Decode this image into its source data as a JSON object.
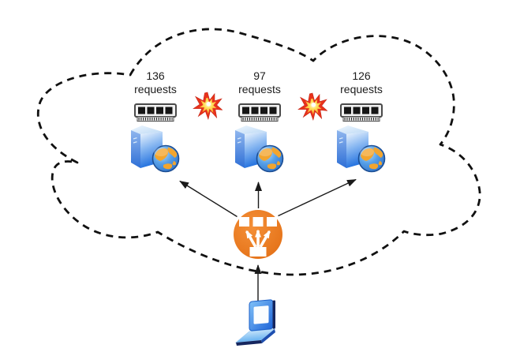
{
  "diagram": {
    "kind": "cloud load-balancing diagram",
    "cloud_nodes": 3
  },
  "servers": [
    {
      "count": "136",
      "unit": "requests"
    },
    {
      "count": "97",
      "unit": "requests"
    },
    {
      "count": "126",
      "unit": "requests"
    }
  ],
  "colors": {
    "outline_black": "#1a1a1a",
    "load_balancer_orange": "#EA7C22",
    "explosion_red": "#E8321C",
    "explosion_orange": "#F6921E",
    "server_blue": "#2E7BE4",
    "globe_ocean": "#3C7DD0",
    "globe_land": "#F2A52E",
    "laptop_blue": "#2E86EC",
    "laptop_navy": "#16265E"
  }
}
